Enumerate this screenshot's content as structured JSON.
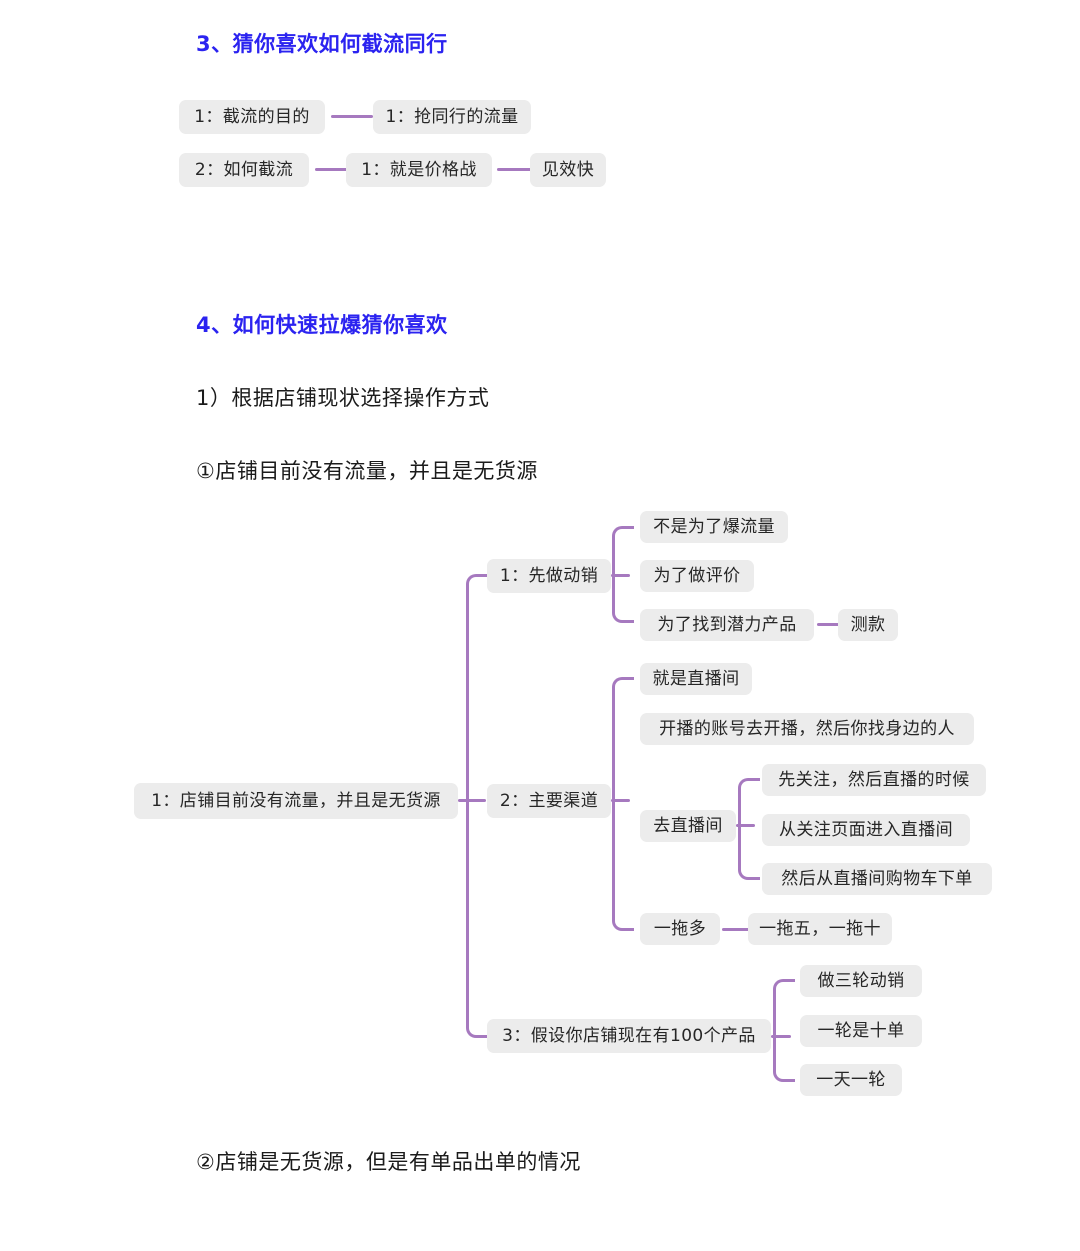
{
  "document": {
    "title": "猜你喜欢运营笔记",
    "accent_blue": "#2b23f0",
    "connector_purple": "#a679bf",
    "node_background": "#ececec",
    "page_background": "#ffffff"
  },
  "sections": {
    "heading_3": "3、猜你喜欢如何截流同行",
    "heading_4": "4、如何快速拉爆猜你喜欢",
    "para_1": "1）根据店铺现状选择操作方式",
    "para_2": "①店铺目前没有流量，并且是无货源",
    "para_3": "②店铺是无货源，但是有单品出单的情况"
  },
  "mindmap_top": {
    "rows": [
      {
        "nodes": [
          "1：截流的目的",
          "1：抢同行的流量"
        ]
      },
      {
        "nodes": [
          "2：如何截流",
          "1：就是价格战",
          "见效快"
        ]
      }
    ]
  },
  "mindmap_main": {
    "root": "1：店铺目前没有流量，并且是无货源",
    "branches": [
      {
        "label": "1：先做动销",
        "children": [
          {
            "label": "不是为了爆流量",
            "children": []
          },
          {
            "label": "为了做评价",
            "children": []
          },
          {
            "label": "为了找到潜力产品",
            "children": [
              "测款"
            ]
          }
        ]
      },
      {
        "label": "2：主要渠道",
        "children": [
          {
            "label": "就是直播间",
            "children": []
          },
          {
            "label": "开播的账号去开播，然后你找身边的人",
            "children": []
          },
          {
            "label": "去直播间",
            "children": [
              "先关注，然后直播的时候",
              "从关注页面进入直播间",
              "然后从直播间购物车下单"
            ]
          },
          {
            "label": "一拖多",
            "children": [
              "一拖五，一拖十"
            ]
          }
        ]
      },
      {
        "label": "3：假设你店铺现在有100个产品",
        "children": [
          {
            "label": "做三轮动销",
            "children": []
          },
          {
            "label": "一轮是十单",
            "children": []
          },
          {
            "label": "一天一轮",
            "children": []
          }
        ]
      }
    ]
  }
}
